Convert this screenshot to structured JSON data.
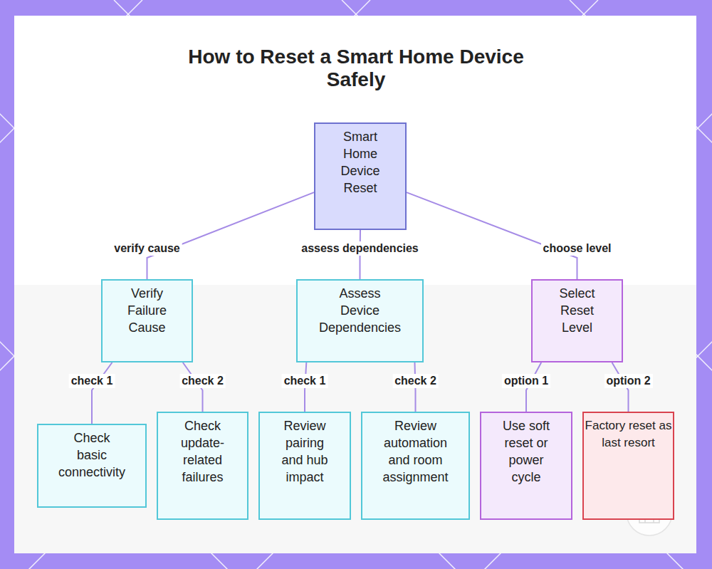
{
  "diagram": {
    "title": "How to Reset a Smart Home Device Safely",
    "nodes": [
      {
        "text": [
          "Smart Home Device Reset"
        ]
      },
      {
        "text": [
          "Verify Failure Cause"
        ]
      },
      {
        "text": [
          "Assess Device Dependencies"
        ]
      },
      {
        "text": [
          "Select Reset Level"
        ]
      },
      {
        "text": [
          "Check basic connectivity"
        ]
      },
      {
        "text": [
          "Check update-related failures"
        ]
      },
      {
        "text": [
          "Review pairing and hub impact"
        ]
      },
      {
        "text": [
          "Review automation and room assignment"
        ]
      },
      {
        "text": [
          "Use soft reset or power cycle"
        ]
      },
      {
        "text": [
          "Factory reset as last resort"
        ]
      }
    ],
    "edges": [
      {
        "from": 0,
        "to": 1,
        "label": "verify cause",
        "arrow": "none"
      },
      {
        "from": 0,
        "to": 2,
        "label": "assess dependencies",
        "arrow": "none"
      },
      {
        "from": 0,
        "to": 3,
        "label": "choose level",
        "arrow": "none"
      },
      {
        "from": 1,
        "to": 4,
        "label": "check 1",
        "arrow": "none"
      },
      {
        "from": 1,
        "to": 5,
        "label": "check 2",
        "arrow": "none"
      },
      {
        "from": 2,
        "to": 6,
        "label": "check 1",
        "arrow": "none"
      },
      {
        "from": 2,
        "to": 7,
        "label": "check 2",
        "arrow": "none"
      },
      {
        "from": 3,
        "to": 8,
        "label": "option 1",
        "arrow": "none"
      },
      {
        "from": 3,
        "to": 9,
        "label": "option 2",
        "arrow": "none"
      }
    ]
  }
}
